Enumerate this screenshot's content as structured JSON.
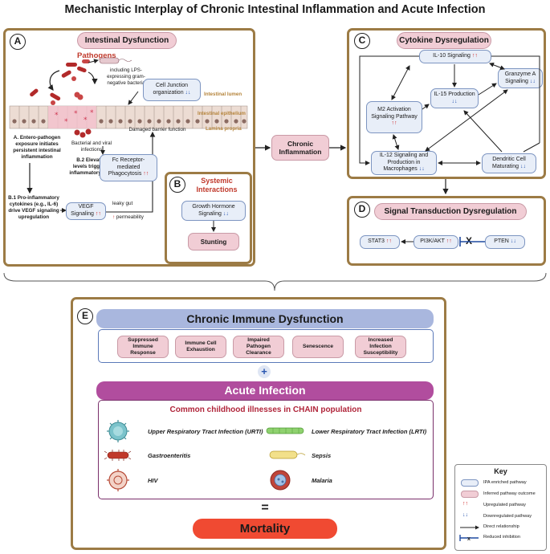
{
  "title": "Mechanistic Interplay of Chronic Intestinal Inflammation and Acute Infection",
  "panel_a": {
    "letter": "A",
    "header": "Intestinal Dysfunction",
    "pathogens": "Pathogens",
    "lps_note": "including LPS-expressing gram-negative bacteria",
    "cell_junction": "Cell Junction organization",
    "intestinal_lumen": "Intestinal lumen",
    "intestinal_epithelium": "Intestinal epithelium",
    "lamina_propria": "Lamina propria",
    "damaged_barrier": "Damaged barrier function",
    "bacterial_viral": "Bacterial and viral infections",
    "note_a": "A. Entero-pathogen exposure initiates persistent intestinal inflammation",
    "note_b2": "B.2 Elevated LPS levels trigger hyper-inflammatory response",
    "fc_receptor": "Fc Receptor-mediated Phagocytosis",
    "note_b1": "B.1 Pro-inflammatory cytokines (e.g., IL-6) drive VEGF signaling upregulation",
    "vegf": "VEGF Signaling",
    "leaky_gut": "leaky gut",
    "permeability": "permeability"
  },
  "panel_b": {
    "letter": "B",
    "header": "Systemic Interactions",
    "growth_hormone": "Growth Hormone Signaling",
    "stunting": "Stunting"
  },
  "chronic_inflammation": "Chronic Inflammation",
  "panel_c": {
    "letter": "C",
    "header": "Cytokine Dysregulation",
    "il10": "IL-10 Signaling",
    "granzyme": "Granzyme A Signaling",
    "il15": "IL-15 Production",
    "m2": "M2 Activation Signaling Pathway",
    "il12": "IL-12 Signaling and Production in Macrophages",
    "dendritic": "Dendritic Cell Maturating"
  },
  "panel_d": {
    "letter": "D",
    "header": "Signal Transduction Dysregulation",
    "stat3": "STAT3",
    "pi3k": "PI3K/AKT",
    "pten": "PTEN",
    "inhibit": "X"
  },
  "panel_e": {
    "letter": "E",
    "chronic_header": "Chronic Immune Dysfunction",
    "chronic_items": [
      "Suppressed Immune Response",
      "Immune Cell Exhaustion",
      "Impaired Pathogen Clearance",
      "Senescence",
      "Increased Infection Susceptibility"
    ],
    "plus": "+",
    "acute_header": "Acute Infection",
    "illness_title": "Common childhood illnesses in CHAIN population",
    "illnesses": {
      "urti": "Upper Respiratory Tract Infection (URTI)",
      "lrti": "Lower Respiratory Tract Infection (LRTI)",
      "gastro": "Gastroenteritis",
      "sepsis": "Sepsis",
      "hiv": "HIV",
      "malaria": "Malaria"
    },
    "equals": "=",
    "mortality": "Mortality"
  },
  "key": {
    "title": "Key",
    "items": [
      "IPA enriched pathway",
      "Inferred pathway outcome",
      "Upregulated pathway",
      "Downregulated pathway",
      "Direct relationship",
      "Reduced inhibition"
    ]
  },
  "symbols": {
    "up": "↑↑",
    "down": "↓↓"
  },
  "colors": {
    "panel_border": "#9c7b45",
    "pink_fill": "#f1cdd5",
    "blue_fill": "#e8eef8",
    "blue_border": "#7d95c1",
    "up_arrow": "#d02b2b",
    "down_arrow": "#2a56b0",
    "chronic_header": "#a9b7de",
    "acute_header": "#b14d9e",
    "mortality": "#f04a32"
  }
}
